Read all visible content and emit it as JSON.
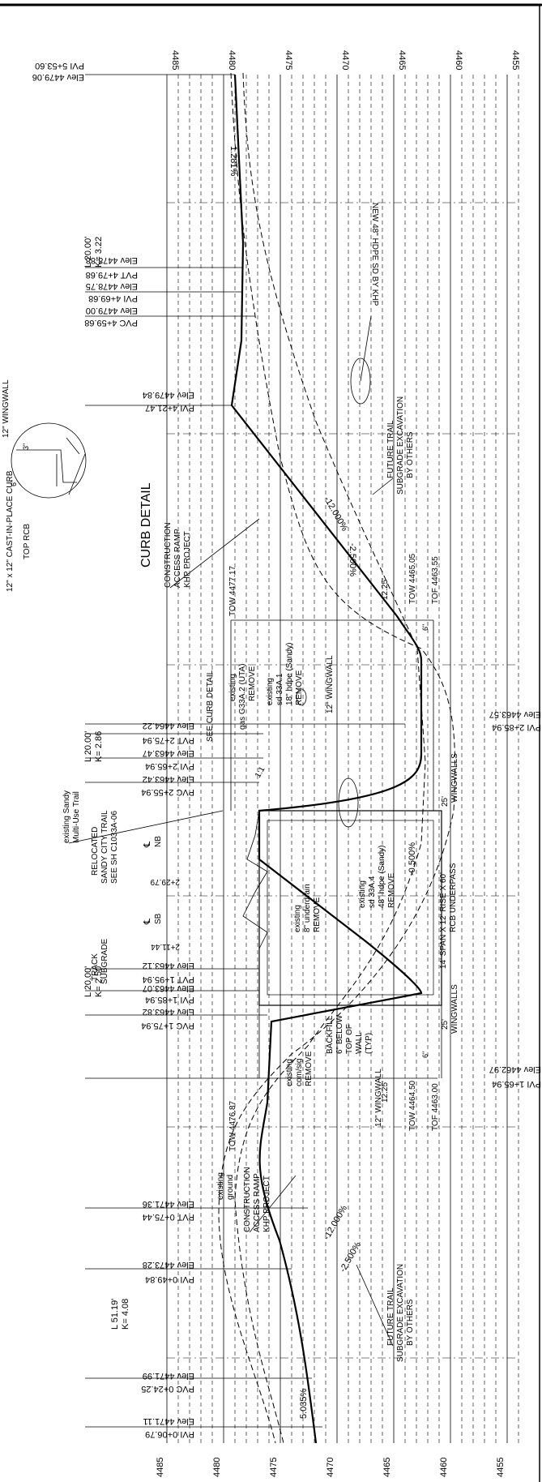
{
  "elevation_axis": {
    "top_ticks": [
      "4485",
      "4480",
      "4475",
      "4470",
      "4465",
      "4460",
      "4455"
    ],
    "bottom_ticks": [
      "4485",
      "4480",
      "4475",
      "4470",
      "4465",
      "4460",
      "4455"
    ]
  },
  "curb_detail": {
    "title": "CURB DETAIL",
    "labels": [
      "12\" WINGWALL",
      "12\" x 12\" CAST-IN-PLACE CURB",
      "TOP RCB",
      "3\"",
      "6\""
    ]
  },
  "vpi_labels": [
    {
      "station": "PVI 5+53.60",
      "elev": "Elev 4479.06"
    },
    {
      "station": "PVT 4+79.68",
      "elev": "Elev 4478.88"
    },
    {
      "station": "PVI 4+69.68",
      "elev": "Elev 4478.75"
    },
    {
      "station": "PVC 4+59.68",
      "elev": "Elev 4479.00"
    },
    {
      "station": "PVI 4+21.47",
      "elev": "Elev 4479.84"
    },
    {
      "station": "PVI 2+85.94",
      "elev": "Elev 4463.57"
    },
    {
      "station": "PVT 2+75.94",
      "elev": "Elev 4464.22"
    },
    {
      "station": "PVI 2+65.94",
      "elev": "Elev 4463.47"
    },
    {
      "station": "PVC 2+55.94",
      "elev": "Elev 4463.42"
    },
    {
      "station": "PVT 1+95.94",
      "elev": "Elev 4463.12"
    },
    {
      "station": "PVI 1+85.94",
      "elev": "Elev 4463.07"
    },
    {
      "station": "PVC 1+75.94",
      "elev": "Elev 4463.82"
    },
    {
      "station": "PVI 1+65.94",
      "elev": "Elev 4462.97"
    },
    {
      "station": "PVT 0+75.44",
      "elev": "Elev 4471.36"
    },
    {
      "station": "PVI 0+49.84",
      "elev": "Elev 4473.28"
    },
    {
      "station": "PVC 0+24.25",
      "elev": "Elev 4471.99"
    },
    {
      "station": "PVI 0+06.79",
      "elev": "Elev 4471.11"
    }
  ],
  "curve_labels": [
    {
      "length": "L 20.00'",
      "k": "K= 3.22"
    },
    {
      "length": "L 20.00'",
      "k": "K= 2.86"
    },
    {
      "length": "L 20.00'",
      "k": "K= 2.50"
    },
    {
      "length": "L 51.19'",
      "k": "K= 4.08"
    }
  ],
  "grades": [
    "1.281%",
    "-2.500%",
    "-12.000%",
    "-0.500%",
    "-12.000%",
    "-2.500%",
    "5.035%"
  ],
  "callouts": {
    "new_hdpe": "NEW 48\" HDPE SD BY KHP",
    "future_trail_top": [
      "FUTURE TRAIL",
      "SUBGRADE EXCAVATION",
      "BY OTHERS"
    ],
    "future_trail_bottom": [
      "FUTURE TRAIL",
      "SUBGRADE EXCAVATION",
      "BY OTHERS"
    ],
    "construction_top": [
      "CONSTRUCTION",
      "ACCESS RAMP",
      "KHP PROJECT"
    ],
    "construction_bottom": [
      "CONSTRUCTION",
      "ACCESS RAMP",
      "KHP PROJECT"
    ],
    "see_curb_detail": "SEE CURB DETAIL",
    "existing_gas": [
      "existing",
      "gas G33A.2 (UTA)",
      "REMOVE"
    ],
    "existing_sd_upper": [
      "existing",
      "sd 33A.1",
      "18\" hdpe (Sandy)",
      "REMOVE"
    ],
    "existing_sd_lower": [
      "existing",
      "sd 33A.4",
      "48\" hdpe (Sandy)",
      "REMOVE"
    ],
    "existing_8in": [
      "existing",
      "8\" underdrain",
      "REMOVE"
    ],
    "existing_com": [
      "existing",
      "com/sig",
      "REMOVE"
    ],
    "backfill": [
      "BACKFILL",
      "6\" BELOW",
      "TOP OF",
      "WALL",
      "(TYP)"
    ],
    "wingwall_upper": "12\" WINGWALL",
    "wingwall_lower": "12\" WINGWALL",
    "tow_upper": "TOW 4477.17",
    "tow_upper_right": "TOW 4465.05",
    "tof_upper_right": "TOF 4463.55",
    "dim_upper": "12.25'",
    "tow_lower": "TOW 4476.87",
    "tow_lower_right": "TOW 4464.50",
    "tof_lower_right": "TOF 4463.00",
    "dim_lower": "12.25'",
    "culvert": [
      "14' SPAN X 12' RISE X 60'",
      "RCB UNDERPASS"
    ],
    "wingwalls_upper": [
      "25'",
      "WINGWALLS"
    ],
    "wingwalls_lower": [
      "25'",
      "WINGWALLS"
    ],
    "existing_sandy": [
      "existing Sandy",
      "Multi-Use Trail"
    ],
    "relocated": [
      "RELOCATED",
      "SANDY CITY TRAIL",
      "SEE SH C1033A-06"
    ],
    "track": [
      "TRACK",
      "SUBGRADE"
    ],
    "cl_nb": [
      "℄",
      "NB"
    ],
    "cl_sb": [
      "℄",
      "SB"
    ],
    "rail_sta_nb": "2+29.79",
    "rail_sta_sb": "2+11.44",
    "existing_ground": [
      "existing",
      "ground"
    ],
    "one_to_one": "1:1",
    "dim_6in": "6\"",
    "dim_6in_2": "6\""
  }
}
